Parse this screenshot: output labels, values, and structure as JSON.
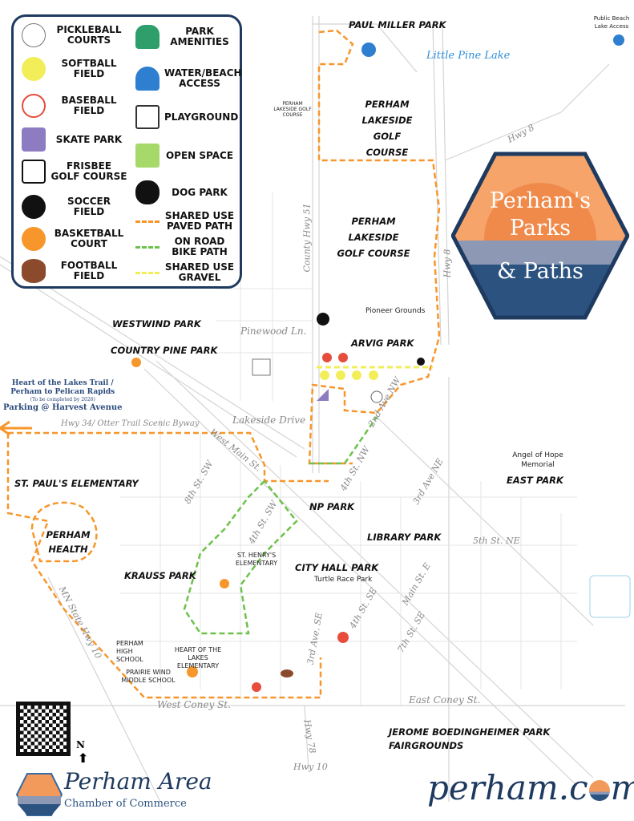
{
  "legend": {
    "items": [
      "PICKLEBALL COURTS",
      "SOFTBALL FIELD",
      "BASEBALL FIELD",
      "SKATE PARK",
      "FRISBEE GOLF COURSE",
      "SOCCER FIELD",
      "BASKETBALL COURT",
      "FOOTBALL FIELD",
      "PARK AMENITIES",
      "WATER/BEACH ACCESS",
      "PLAYGROUND",
      "OPEN SPACE",
      "DOG PARK",
      "SHARED USE PAVED PATH",
      "ON ROAD BIKE PATH",
      "SHARED USE GRAVEL"
    ]
  },
  "colors": {
    "paved_path": "#f7962b",
    "bike_path": "#6cc24a",
    "gravel": "#f2ee5a",
    "navy": "#1e3a5f",
    "streets": "#cfcfcf"
  },
  "parks": [
    "PAUL MILLER PARK",
    "PERHAM LAKESIDE GOLF COURSE",
    "PERHAM LAKESIDE GOLF COURSE",
    "WESTWIND PARK",
    "COUNTRY PINE PARK",
    "ARVIG PARK",
    "ST. PAUL'S ELEMENTARY",
    "NP PARK",
    "LIBRARY PARK",
    "EAST PARK",
    "CITY HALL PARK",
    "KRAUSS PARK",
    "PERHAM HEALTH",
    "JEROME BOEDINGHEIMER PARK",
    "FAIRGROUNDS"
  ],
  "places": [
    "PERHAM LAKESIDE GOLF COURSE",
    "Pioneer Grounds",
    "Angel of Hope Memorial",
    "ST. HENRY'S ELEMENTARY",
    "Turtle Race Park",
    "PERHAM HIGH SCHOOL",
    "HEART OF THE LAKES ELEMENTARY",
    "PRAIRIE WIND MIDDLE SCHOOL",
    "Public Beach Lake Access"
  ],
  "roads": [
    "Little Pine Lake",
    "Hwy 8",
    "County Hwy 51",
    "Hwy 8",
    "Pinewood Ln.",
    "Lakeside Drive",
    "Hwy 34/ Otter Trail Scenic Byway",
    "West Main St.",
    "8th St. SW",
    "4th St. SW",
    "2nd Ave NW",
    "4th St. NW",
    "3rd Ave NE",
    "5th St. NE",
    "Main St. E",
    "4th St. SE",
    "7th St. SE",
    "3rd Ave. SE",
    "MN State Hwy 10",
    "West Coney St.",
    "East Coney St.",
    "Hwy 78",
    "Hwy 10"
  ],
  "trail_note": [
    "Heart of the Lakes Trail /",
    "Perham to Pelican Rapids",
    "(To be completed by 2026)",
    "Parking @ Harvest Avenue"
  ],
  "logo": {
    "line1": "Perham's",
    "line2": "Parks",
    "line3": "& Paths"
  },
  "footer": {
    "chamber_title": "Perham Area",
    "chamber_sub": "Chamber of Commerce",
    "site_a": "perham.c",
    "site_b": "m",
    "north": "N"
  }
}
